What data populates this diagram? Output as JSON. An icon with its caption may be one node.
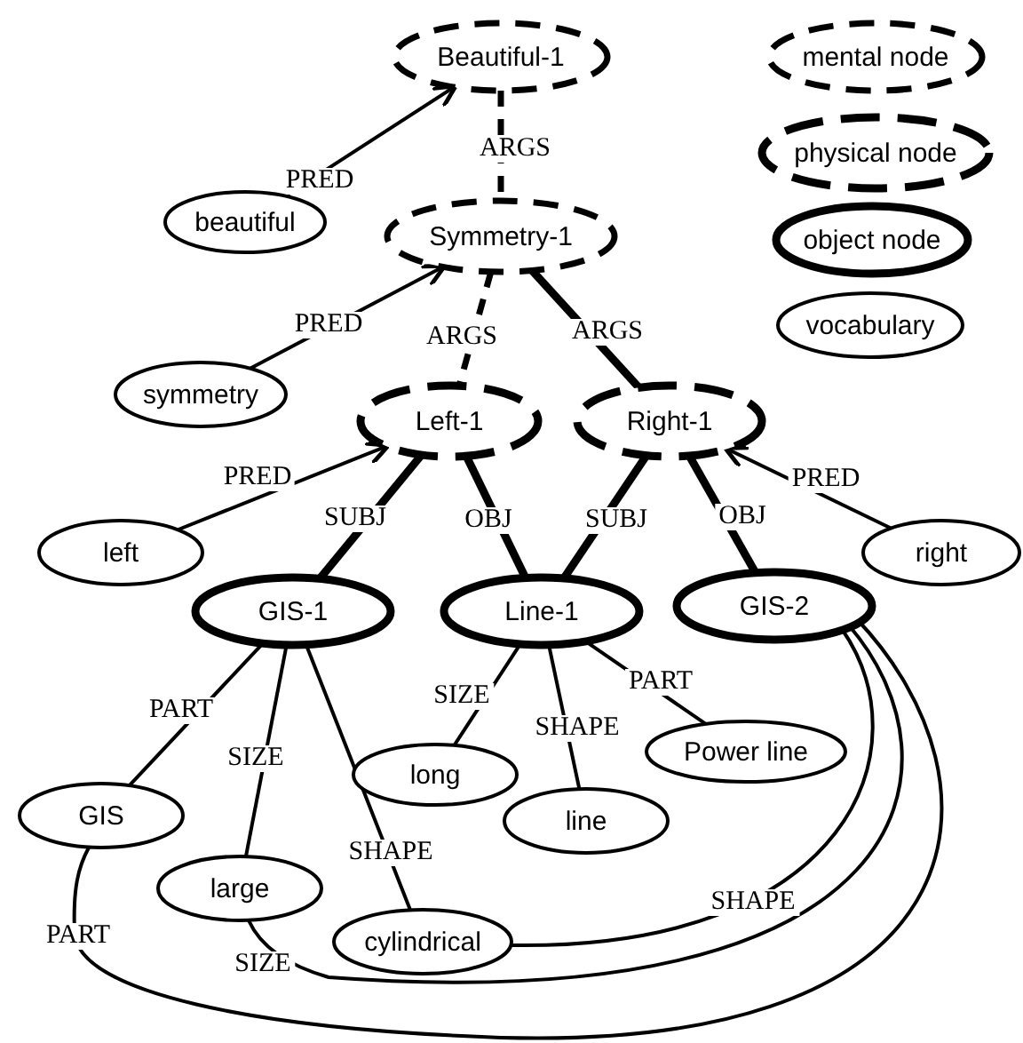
{
  "diagram": {
    "nodes": [
      {
        "text": [
          "Beautiful-1"
        ]
      },
      {
        "text": [
          "beautiful"
        ]
      },
      {
        "text": [
          "Symmetry-1"
        ]
      },
      {
        "text": [
          "symmetry"
        ]
      },
      {
        "text": [
          "Left-1"
        ]
      },
      {
        "text": [
          "Right-1"
        ]
      },
      {
        "text": [
          "left"
        ]
      },
      {
        "text": [
          "right"
        ]
      },
      {
        "text": [
          "GIS-1"
        ]
      },
      {
        "text": [
          "Line-1"
        ]
      },
      {
        "text": [
          "GIS-2"
        ]
      },
      {
        "text": [
          "long"
        ]
      },
      {
        "text": [
          "Power line"
        ]
      },
      {
        "text": [
          "line"
        ]
      },
      {
        "text": [
          "GIS"
        ]
      },
      {
        "text": [
          "large"
        ]
      },
      {
        "text": [
          "cylindrical"
        ]
      }
    ],
    "edges": [
      {
        "from": 1,
        "to": 0,
        "label": "PRED",
        "arrow": "to"
      },
      {
        "from": 0,
        "to": 2,
        "label": "ARGS",
        "arrow": "none",
        "style": "dashed"
      },
      {
        "from": 3,
        "to": 2,
        "label": "PRED",
        "arrow": "to"
      },
      {
        "from": 2,
        "to": 4,
        "label": "ARGS",
        "arrow": "none",
        "style": "dashed"
      },
      {
        "from": 2,
        "to": 5,
        "label": "ARGS",
        "arrow": "none",
        "style": "thick"
      },
      {
        "from": 6,
        "to": 4,
        "label": "PRED",
        "arrow": "to"
      },
      {
        "from": 4,
        "to": 8,
        "label": "SUBJ",
        "arrow": "none",
        "style": "thick"
      },
      {
        "from": 4,
        "to": 9,
        "label": "OBJ",
        "arrow": "none",
        "style": "thick"
      },
      {
        "from": 5,
        "to": 9,
        "label": "SUBJ",
        "arrow": "none",
        "style": "thick"
      },
      {
        "from": 5,
        "to": 10,
        "label": "OBJ",
        "arrow": "none",
        "style": "thick"
      },
      {
        "from": 7,
        "to": 5,
        "label": "PRED",
        "arrow": "to"
      },
      {
        "from": 8,
        "to": 14,
        "label": "PART",
        "arrow": "none"
      },
      {
        "from": 8,
        "to": 15,
        "label": "SIZE",
        "arrow": "none"
      },
      {
        "from": 8,
        "to": 16,
        "label": "SHAPE",
        "arrow": "none"
      },
      {
        "from": 9,
        "to": 11,
        "label": "SIZE",
        "arrow": "none"
      },
      {
        "from": 9,
        "to": 13,
        "label": "SHAPE",
        "arrow": "none"
      },
      {
        "from": 9,
        "to": 12,
        "label": "PART",
        "arrow": "none"
      },
      {
        "from": 10,
        "to": 16,
        "label": "SHAPE",
        "arrow": "none"
      },
      {
        "from": 10,
        "to": 15,
        "label": "SIZE",
        "arrow": "none"
      },
      {
        "from": 10,
        "to": 14,
        "label": "PART",
        "arrow": "none"
      }
    ],
    "legend": [
      {
        "text": "mental node"
      },
      {
        "text": "physical node"
      },
      {
        "text": "object node"
      },
      {
        "text": "vocabulary"
      }
    ]
  }
}
